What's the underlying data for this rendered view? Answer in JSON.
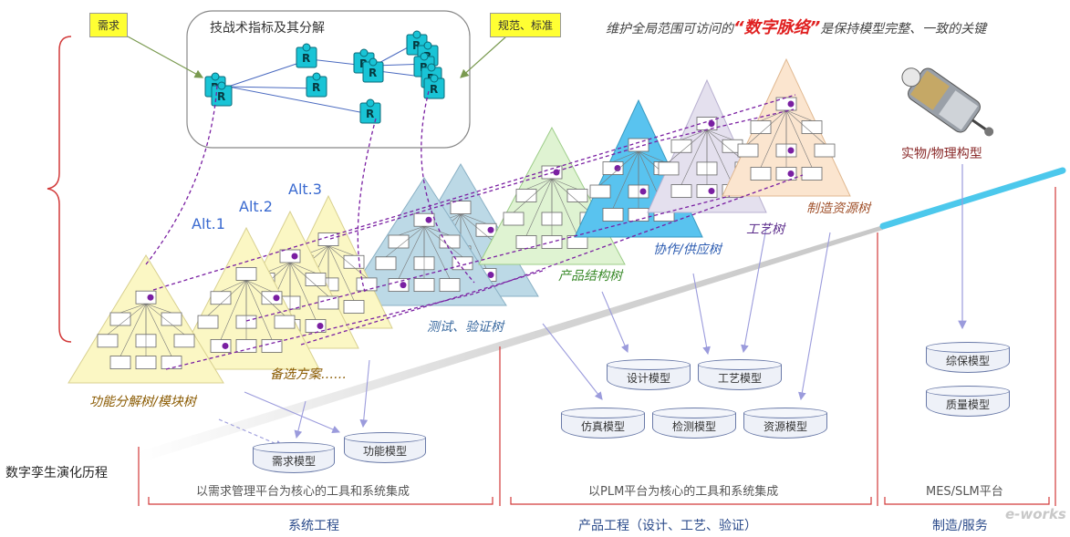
{
  "top_tags": {
    "need": "需求",
    "standards": "规范、标准"
  },
  "tech_box": {
    "title": "技战术指标及其分解",
    "req_letter": "R"
  },
  "headline": {
    "prefix": "维护全局范围可访问的",
    "highlight": "“数字脉络”",
    "suffix": "是保持模型完整、一致的关键"
  },
  "alternatives": [
    "Alt.1",
    "Alt.2",
    "Alt.3"
  ],
  "tree_labels": {
    "function_tree": "功能分解树/模块树",
    "alternatives": "备选方案……",
    "test_tree": "测试、验证树",
    "product_tree": "产品结构树",
    "collab_tree": "协作/供应树",
    "process_tree": "工艺树",
    "resource_tree": "制造资源树"
  },
  "physical": {
    "label": "实物/物理构型"
  },
  "models": {
    "requirement": "需求模型",
    "function": "功能模型",
    "design": "设计模型",
    "process": "工艺模型",
    "simulation": "仿真模型",
    "inspection": "检测模型",
    "resource": "资源模型",
    "maintenance": "综保模型",
    "quality": "质量模型"
  },
  "evolution_label": "数字孪生演化历程",
  "platforms": {
    "req": "以需求管理平台为核心的工具和系统集成",
    "plm": "以PLM平台为核心的工具和系统集成",
    "mes": "MES/SLM平台"
  },
  "stages": {
    "system": "系统工程",
    "product": "产品工程（设计、工艺、验证）",
    "mfg": "制造/服务"
  },
  "watermark": "e-works",
  "colors": {
    "yellow_tree": "#fbf7c4",
    "blue_tree": "#bcd9e6",
    "green_tree": "#dff3d2",
    "sky_tree": "#59c3ef",
    "lavender_tree": "#e4e0ee",
    "peach_tree": "#fbe5cf",
    "thread": "#7a1fa2",
    "evolution_bar": "#4cc8ec",
    "highlight_red": "#e02020"
  }
}
